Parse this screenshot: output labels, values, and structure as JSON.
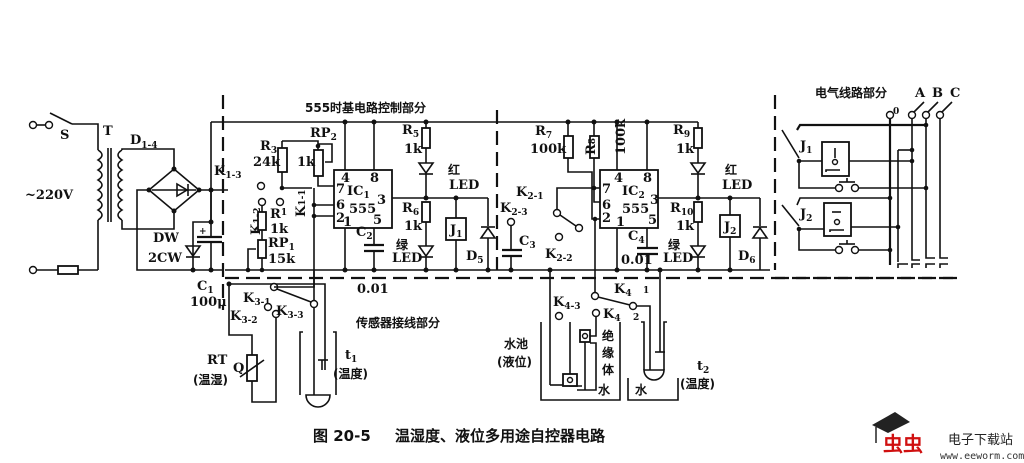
{
  "figure": {
    "caption_number": "图 20-5",
    "caption_title": "温湿度、液位多用途自控器电路"
  },
  "sections": {
    "timer": "555时基电路控制部分",
    "sensor": "传感器接线部分",
    "electrical": "电气线路部分"
  },
  "power": {
    "switch": "S",
    "transformer": "T",
    "voltage": "~220V",
    "bridge": "D",
    "bridge_sub": "1-4",
    "zener": "DW",
    "zener_part": "2CW",
    "cap": "C",
    "cap_sub": "1",
    "cap_value": "100μ"
  },
  "timer1": {
    "ic": "IC",
    "ic_sub": "1",
    "ic_type": "555",
    "pins": [
      "4",
      "8",
      "7",
      "6",
      "2",
      "1",
      "3",
      "5"
    ],
    "R3": "R",
    "R3_sub": "3",
    "R3_val": "24k",
    "RP2": "RP",
    "RP2_sub": "2",
    "RP2_val": "1k",
    "R1": "R",
    "R1_sub": "1",
    "R1_val": "1k",
    "RP1": "RP",
    "RP1_sub": "1",
    "RP1_val": "15k",
    "R5": "R",
    "R5_sub": "5",
    "R5_val": "1k",
    "R6": "R",
    "R6_sub": "6",
    "R6_val": "1k",
    "C2": "C",
    "C2_sub": "2",
    "C2_val": "0.01",
    "J1": "J",
    "J1_sub": "1",
    "D5": "D",
    "D5_sub": "5",
    "led_red": "红",
    "led_green": "绿",
    "led": "LED",
    "K11": "K",
    "K11_sub": "1-1",
    "K12": "K",
    "K12_sub": "1-2",
    "K13": "K",
    "K13_sub": "1-3"
  },
  "timer2": {
    "ic": "IC",
    "ic_sub": "2",
    "ic_type": "555",
    "pins": [
      "4",
      "8",
      "7",
      "6",
      "2",
      "1",
      "3",
      "5"
    ],
    "R7": "R",
    "R7_sub": "7",
    "R7_val": "100k",
    "R8": "R",
    "R8_sub": "8",
    "R8_val": "100k",
    "R9": "R",
    "R9_sub": "9",
    "R9_val": "1k",
    "R10": "R",
    "R10_sub": "10",
    "R10_val": "1k",
    "C3": "C",
    "C3_sub": "3",
    "C4": "C",
    "C4_sub": "4",
    "C4_val": "0.01",
    "J2": "J",
    "J2_sub": "2",
    "D6": "D",
    "D6_sub": "6",
    "led_red": "红",
    "led_green": "绿",
    "led": "LED",
    "K21": "K",
    "K21_sub": "2-1",
    "K22": "K",
    "K22_sub": "2-2",
    "K23": "K",
    "K23_sub": "2-3"
  },
  "sensors": {
    "K31": "K",
    "K31_sub": "3-1",
    "K32": "K",
    "K32_sub": "3-2",
    "K33": "K",
    "K33_sub": "3-3",
    "RT": "RT",
    "Q": "Q",
    "RT_desc": "(温湿)",
    "t1": "t",
    "t1_sub": "1",
    "t1_desc": "(温度)",
    "K4": "K",
    "K4_sub": "4",
    "K4_1": "1",
    "K4_2": "2",
    "K43": "K",
    "K43_sub": "4-3",
    "pool": "水池",
    "pool_desc": "(液位)",
    "insulator": [
      "绝",
      "缘",
      "体"
    ],
    "water": "水",
    "t2": "t",
    "t2_sub": "2",
    "t2_desc": "(温度)"
  },
  "electrical": {
    "phases": [
      "0",
      "A",
      "B",
      "C"
    ],
    "J1": "J",
    "J1_sub": "1",
    "J2": "J",
    "J2_sub": "2"
  },
  "watermark": {
    "logo": "虫虫",
    "site_name": "电子下载站",
    "url": "www.eeworm.com"
  }
}
